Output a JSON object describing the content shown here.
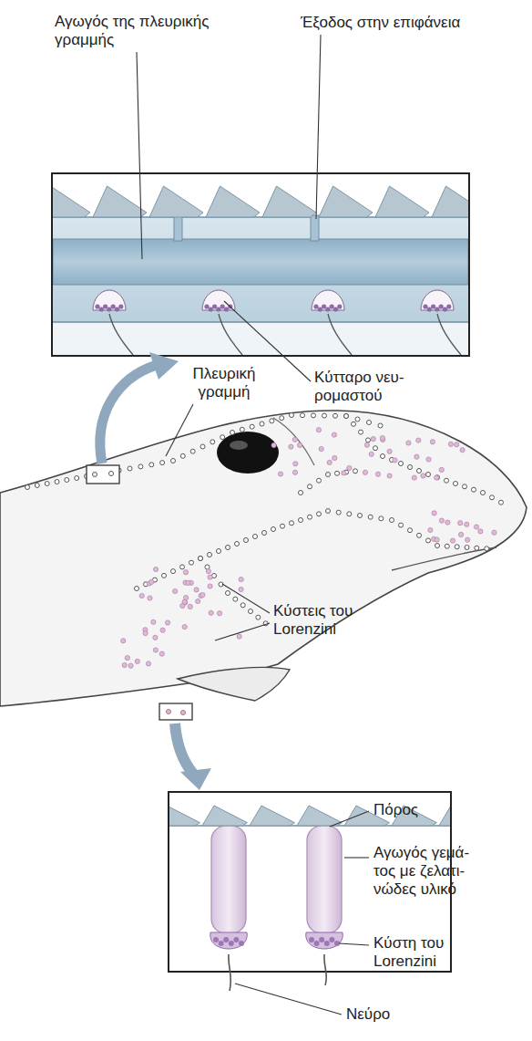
{
  "diagram": {
    "labels": [
      "Αγωγός της πλευρικής γραμμής",
      "Έξοδος στην επιφάνεια",
      "Πλευρική γραμμή",
      "Κύτταρο νευ- ρομαστού",
      "Κύστεις του Lorenzini",
      "Πόρος",
      "Αγωγός γεμά- τος με ζελατι- νώδες υλικό",
      "Κύστη του Lorenzini",
      "Νεύρο"
    ]
  }
}
